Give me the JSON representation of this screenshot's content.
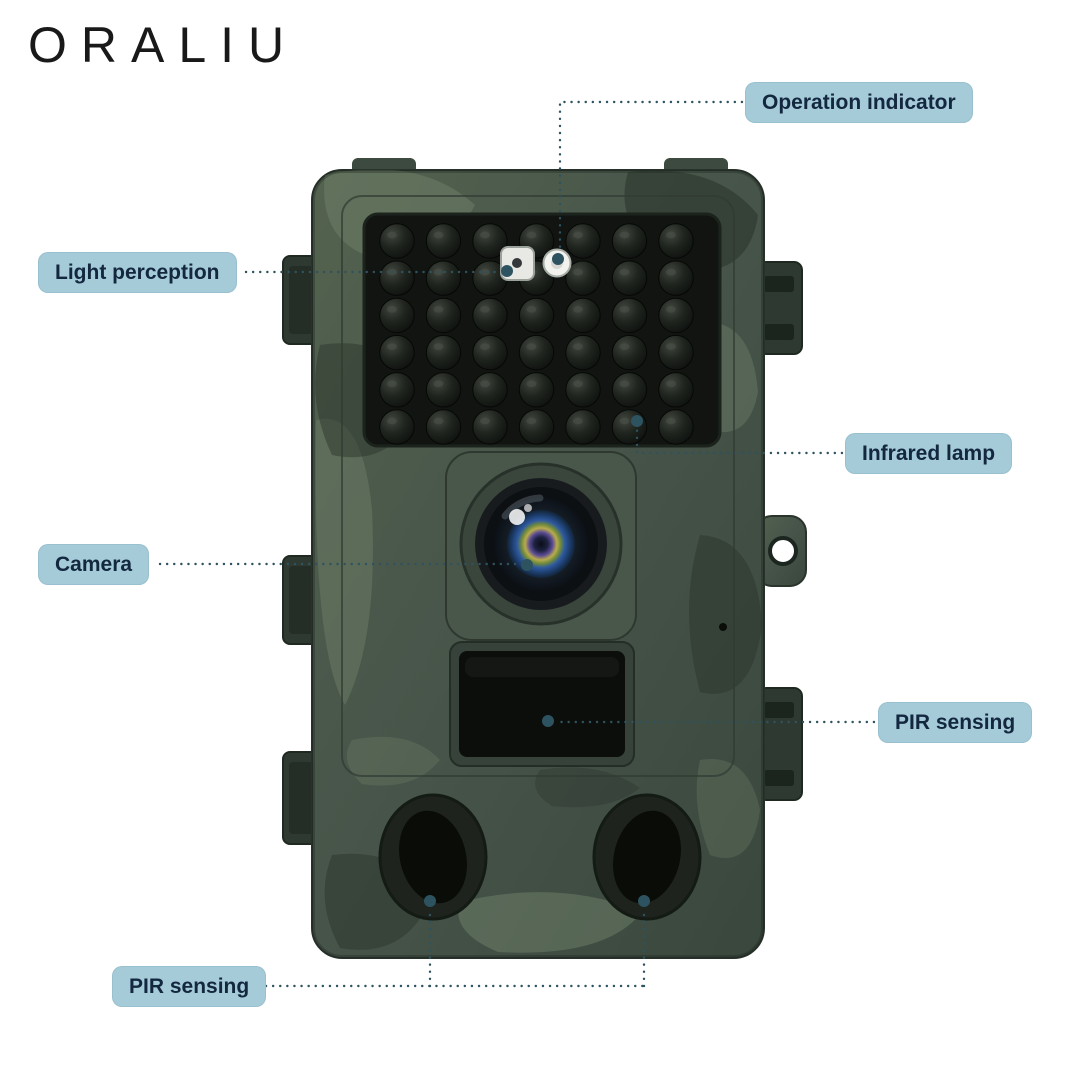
{
  "brand": {
    "logo_text": "ORALIU"
  },
  "callouts": {
    "operation_indicator": "Operation indicator",
    "light_perception": "Light perception",
    "infrared_lamp": "Infrared lamp",
    "camera": "Camera",
    "pir_sensing_right": "PIR sensing",
    "pir_sensing_bottom": "PIR sensing"
  },
  "colors": {
    "label_background": "#a5cbd9",
    "label_text": "#13273f",
    "connector": "#2e5360",
    "camera_body_green": "#46544a",
    "ir_panel_black": "#111411",
    "logo_text": "#191919",
    "background": "#ffffff"
  }
}
